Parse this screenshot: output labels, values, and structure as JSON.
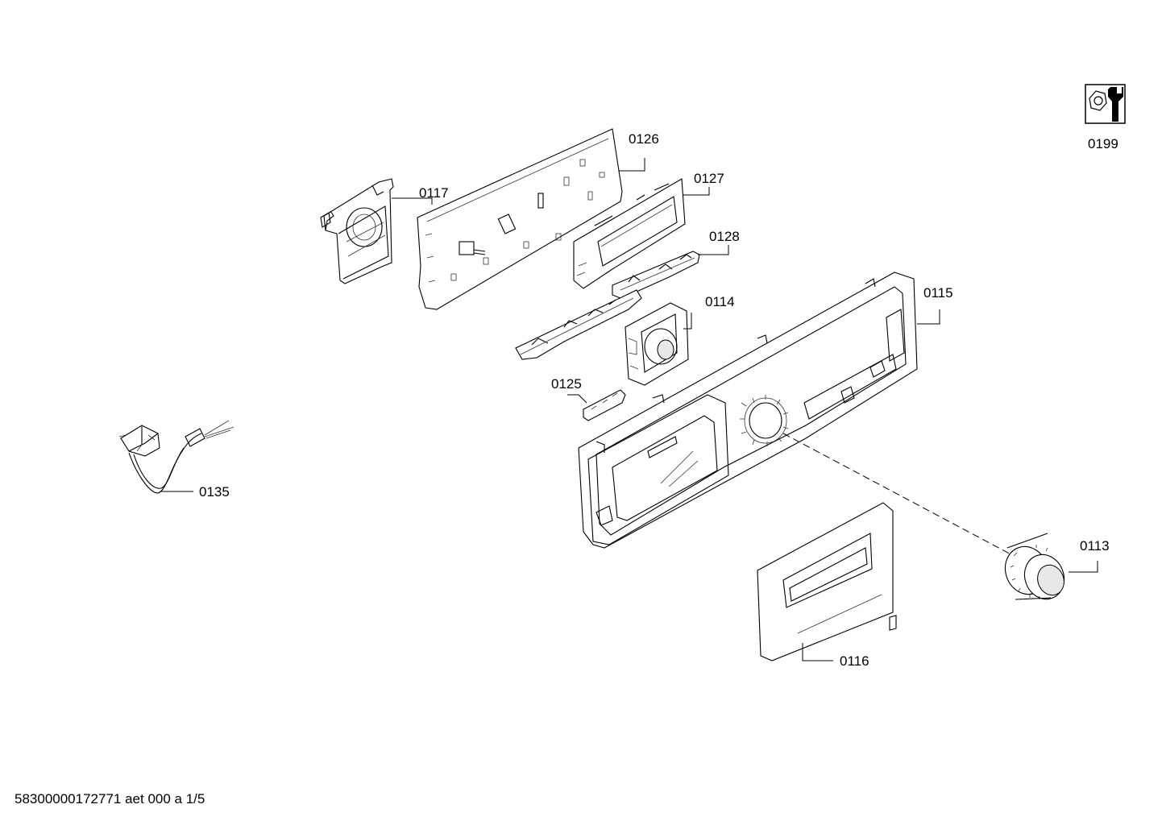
{
  "parts": [
    {
      "id": "0117",
      "label": "0117"
    },
    {
      "id": "0126",
      "label": "0126"
    },
    {
      "id": "0127",
      "label": "0127"
    },
    {
      "id": "0128",
      "label": "0128"
    },
    {
      "id": "0114",
      "label": "0114"
    },
    {
      "id": "0115",
      "label": "0115"
    },
    {
      "id": "0125",
      "label": "0125"
    },
    {
      "id": "0135",
      "label": "0135"
    },
    {
      "id": "0113",
      "label": "0113"
    },
    {
      "id": "0116",
      "label": "0116"
    },
    {
      "id": "0199",
      "label": "0199"
    }
  ],
  "footer": {
    "code": "58300000172771 aet 000 a 1/5"
  },
  "icons": {
    "service_tool": "wrench-hex-nut-icon"
  }
}
